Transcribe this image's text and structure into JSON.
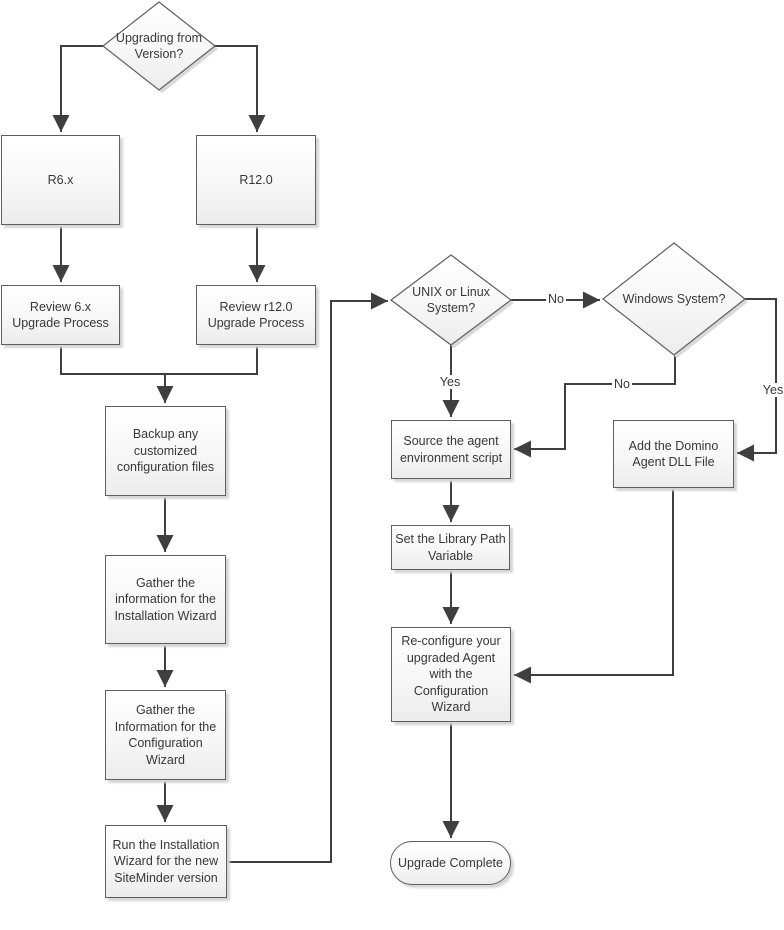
{
  "colors": {
    "connector": "#3f3f3f",
    "shape_border": "#5f5f5f",
    "shape_fill_top": "#ffffff",
    "shape_fill_bottom": "#ececec",
    "shape_shadow": "#d6d6d6",
    "text": "#383838",
    "background": "#ffffff"
  },
  "nodes": {
    "upgrading_from_version": {
      "type": "decision",
      "label": "Upgrading from Version?"
    },
    "r6x": {
      "type": "process",
      "label": "R6.x"
    },
    "r120": {
      "type": "process",
      "label": "R12.0"
    },
    "review_6x": {
      "type": "process",
      "label": "Review 6.x Upgrade Process"
    },
    "review_r120": {
      "type": "process",
      "label": "Review r12.0 Upgrade Process"
    },
    "backup": {
      "type": "process",
      "label": "Backup any customized configuration files"
    },
    "gather_install": {
      "type": "process",
      "label": "Gather the information for the Installation Wizard"
    },
    "gather_config": {
      "type": "process",
      "label": "Gather the Information for the Configuration Wizard"
    },
    "run_install": {
      "type": "process",
      "label": "Run the Installation Wizard for the new SiteMinder version"
    },
    "unix_or_linux": {
      "type": "decision",
      "label": "UNIX or Linux System?"
    },
    "windows": {
      "type": "decision",
      "label": "Windows System?"
    },
    "source_script": {
      "type": "process",
      "label": "Source the agent environment script"
    },
    "add_domino_dll": {
      "type": "process",
      "label": "Add the Domino Agent DLL File"
    },
    "set_library_path": {
      "type": "process",
      "label": "Set the Library Path Variable"
    },
    "reconfigure": {
      "type": "process",
      "label": "Re-configure your upgraded Agent with the Configuration Wizard"
    },
    "upgrade_complete": {
      "type": "terminator",
      "label": "Upgrade Complete"
    }
  },
  "edge_labels": {
    "unix_decision_no": "No",
    "unix_decision_yes": "Yes",
    "windows_decision_no": "No",
    "windows_decision_yes": "Yes"
  }
}
